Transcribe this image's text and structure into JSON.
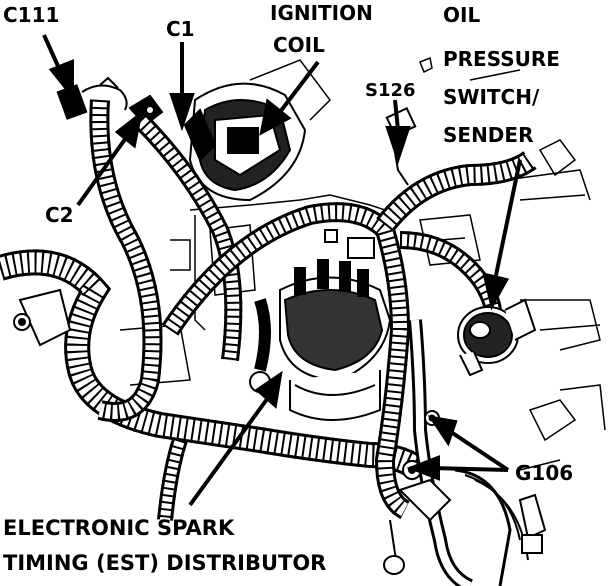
{
  "labels": {
    "c111": "C111",
    "c1": "C1",
    "ignition": "IGNITION",
    "coil": "COIL",
    "oil": "OIL",
    "pressure": "PRESSURE",
    "switch": "SWITCH/",
    "sender": "SENDER",
    "s126": "S126",
    "c2": "C2",
    "g106": "G106",
    "est_line1": "ELECTRONIC SPARK",
    "est_line2": "TIMING (EST) DISTRIBUTOR"
  }
}
